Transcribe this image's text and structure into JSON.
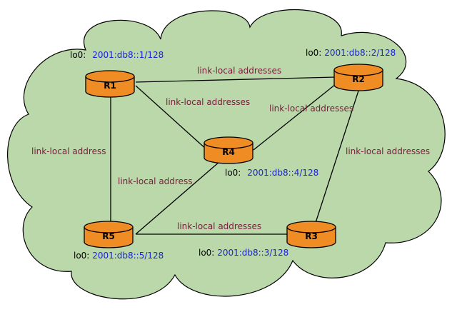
{
  "colors": {
    "cloud_fill": "#bad8aa",
    "cloud_stroke": "#000000",
    "router_fill": "#f08c24",
    "router_stroke": "#000000",
    "link_line": "#000000",
    "link_label": "#7a1c3c",
    "address": "#1a24d8"
  },
  "routers": {
    "r1": {
      "name": "R1",
      "lo_key": "lo0:",
      "lo_addr": "2001:db8::1/128"
    },
    "r2": {
      "name": "R2",
      "lo_key": "lo0:",
      "lo_addr": "2001:db8::2/128"
    },
    "r3": {
      "name": "R3",
      "lo_key": "lo0:",
      "lo_addr": "2001:db8::3/128"
    },
    "r4": {
      "name": "R4",
      "lo_key": "lo0:",
      "lo_addr": "2001:db8::4/128"
    },
    "r5": {
      "name": "R5",
      "lo_key": "lo0:",
      "lo_addr": "2001:db8::5/128"
    }
  },
  "links": {
    "r1_r2": "link-local addresses",
    "r1_r4": "link-local addresses",
    "r2_r4": "link-local addresses",
    "r1_r5": "link-local address",
    "r2_r3": "link-local addresses",
    "r4_r5": "link-local address",
    "r5_r3": "link-local addresses"
  }
}
